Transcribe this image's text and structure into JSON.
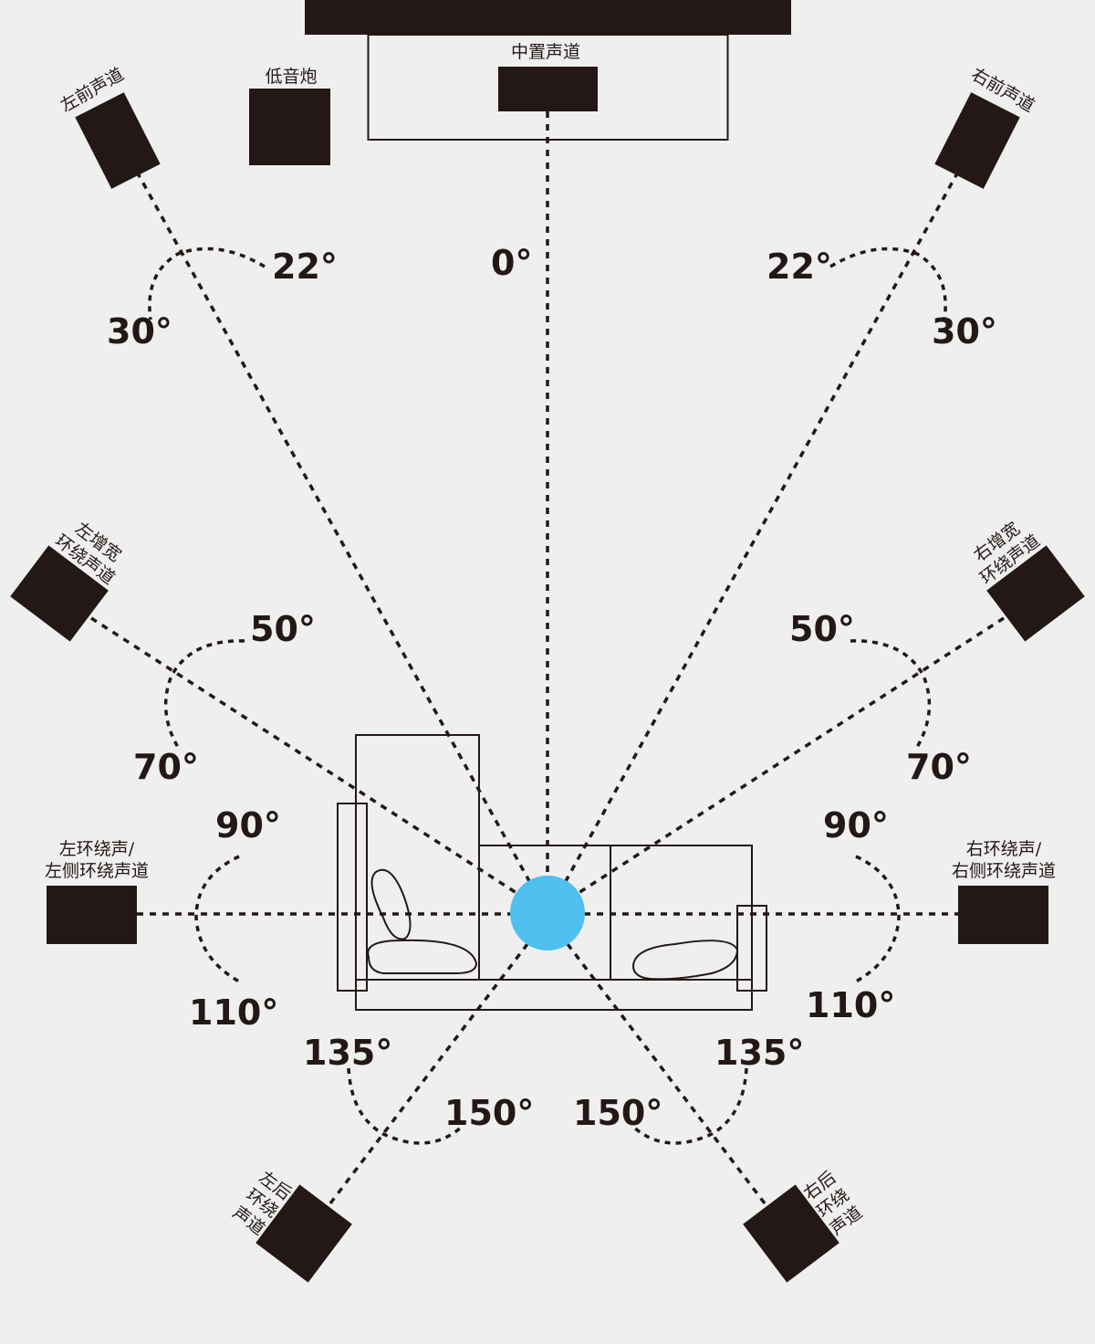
{
  "labels": {
    "center": "中置声道",
    "subwoofer": "低音炮",
    "front_left": "左前声道",
    "front_right": "右前声道",
    "wide_left": [
      "左增宽",
      "环绕声道"
    ],
    "wide_right": [
      "右增宽",
      "环绕声道"
    ],
    "side_left": [
      "左环绕声/",
      "左侧环绕声道"
    ],
    "side_right": [
      "右环绕声/",
      "右侧环绕声道"
    ],
    "rear_left": [
      "左后",
      "环绕",
      "声道"
    ],
    "rear_right": [
      "右后",
      "环绕",
      "声道"
    ]
  },
  "angles": {
    "center": "0°",
    "front_inner": "22°",
    "front_outer": "30°",
    "wide_inner": "50°",
    "wide_outer": "70°",
    "side_inner": "90°",
    "side_outer": "110°",
    "rear_inner": "135°",
    "rear_outer": "150°"
  },
  "colors": {
    "speaker": "#231815",
    "listener": "#4fbfef",
    "background": "#efefef"
  }
}
